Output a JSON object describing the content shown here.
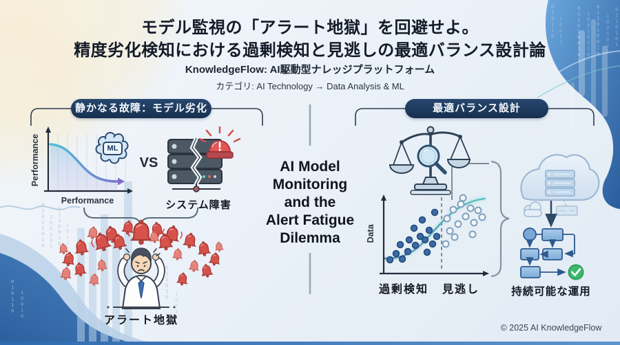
{
  "header": {
    "title_line1": "モデル監視の「アラート地獄」を回避せよ。",
    "title_line2": "精度劣化検知における過剰検知と見逃しの最適バランス設計論",
    "subtitle": "KnowledgeFlow: AI駆動型ナレッジプラットフォーム",
    "category": "カテゴリ: AI Technology → Data Analysis & ML"
  },
  "left_panel": {
    "badge": "静かなる故障：モデル劣化",
    "chart": {
      "ylabel": "Performance",
      "xlabel": "Performance",
      "ml_label": "ML"
    },
    "vs_label": "VS",
    "server_caption": "システム障害",
    "alert_caption": "アラート地獄"
  },
  "center": {
    "lines": [
      "AI Model",
      "Monitoring",
      "and the",
      "Alert Fatigue",
      "Dilemma"
    ]
  },
  "right_panel": {
    "badge": "最適バランス設計",
    "scatter": {
      "ylabel": "Data",
      "label_left": "過剰検知",
      "label_right": "見逃し"
    },
    "flow_caption": "持続可能な運用"
  },
  "footer": {
    "copyright": "© 2025 AI KnowledgeFlow"
  },
  "colors": {
    "badge_bg": "#1d3c63",
    "accent_blue": "#3d74b3",
    "alert_red": "#d7524b",
    "success_green": "#3cb96e",
    "curve_teal": "#52c5bd",
    "curve_purple": "#8f6fd0"
  },
  "decor": {
    "binary_texture_samples": [
      "010110",
      "100101",
      "011010",
      "001101"
    ]
  }
}
